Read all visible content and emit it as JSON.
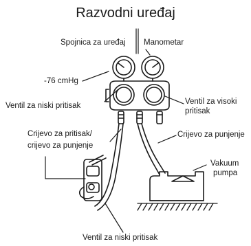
{
  "diagram": {
    "title": "Razvodni uređaj",
    "labels": {
      "device_coupling": "Spojnica za uređaj",
      "manometer": "Manometar",
      "vacuum_reading": "-76 cmHg",
      "low_pressure_valve": "Ventil za niski pritisak",
      "high_pressure_valve_line1": "Ventil za visoki",
      "high_pressure_valve_line2": "pritisak",
      "pressure_hose_line1": "Crijevo za pritisak/",
      "pressure_hose_line2": "crijevo za punjenje",
      "charging_hose": "Crijevo za punjenje",
      "vacuum_pump_line1": "Vakuum",
      "vacuum_pump_line2": "pumpa",
      "low_pressure_valve_bottom": "Ventil za niski pritisak"
    }
  }
}
